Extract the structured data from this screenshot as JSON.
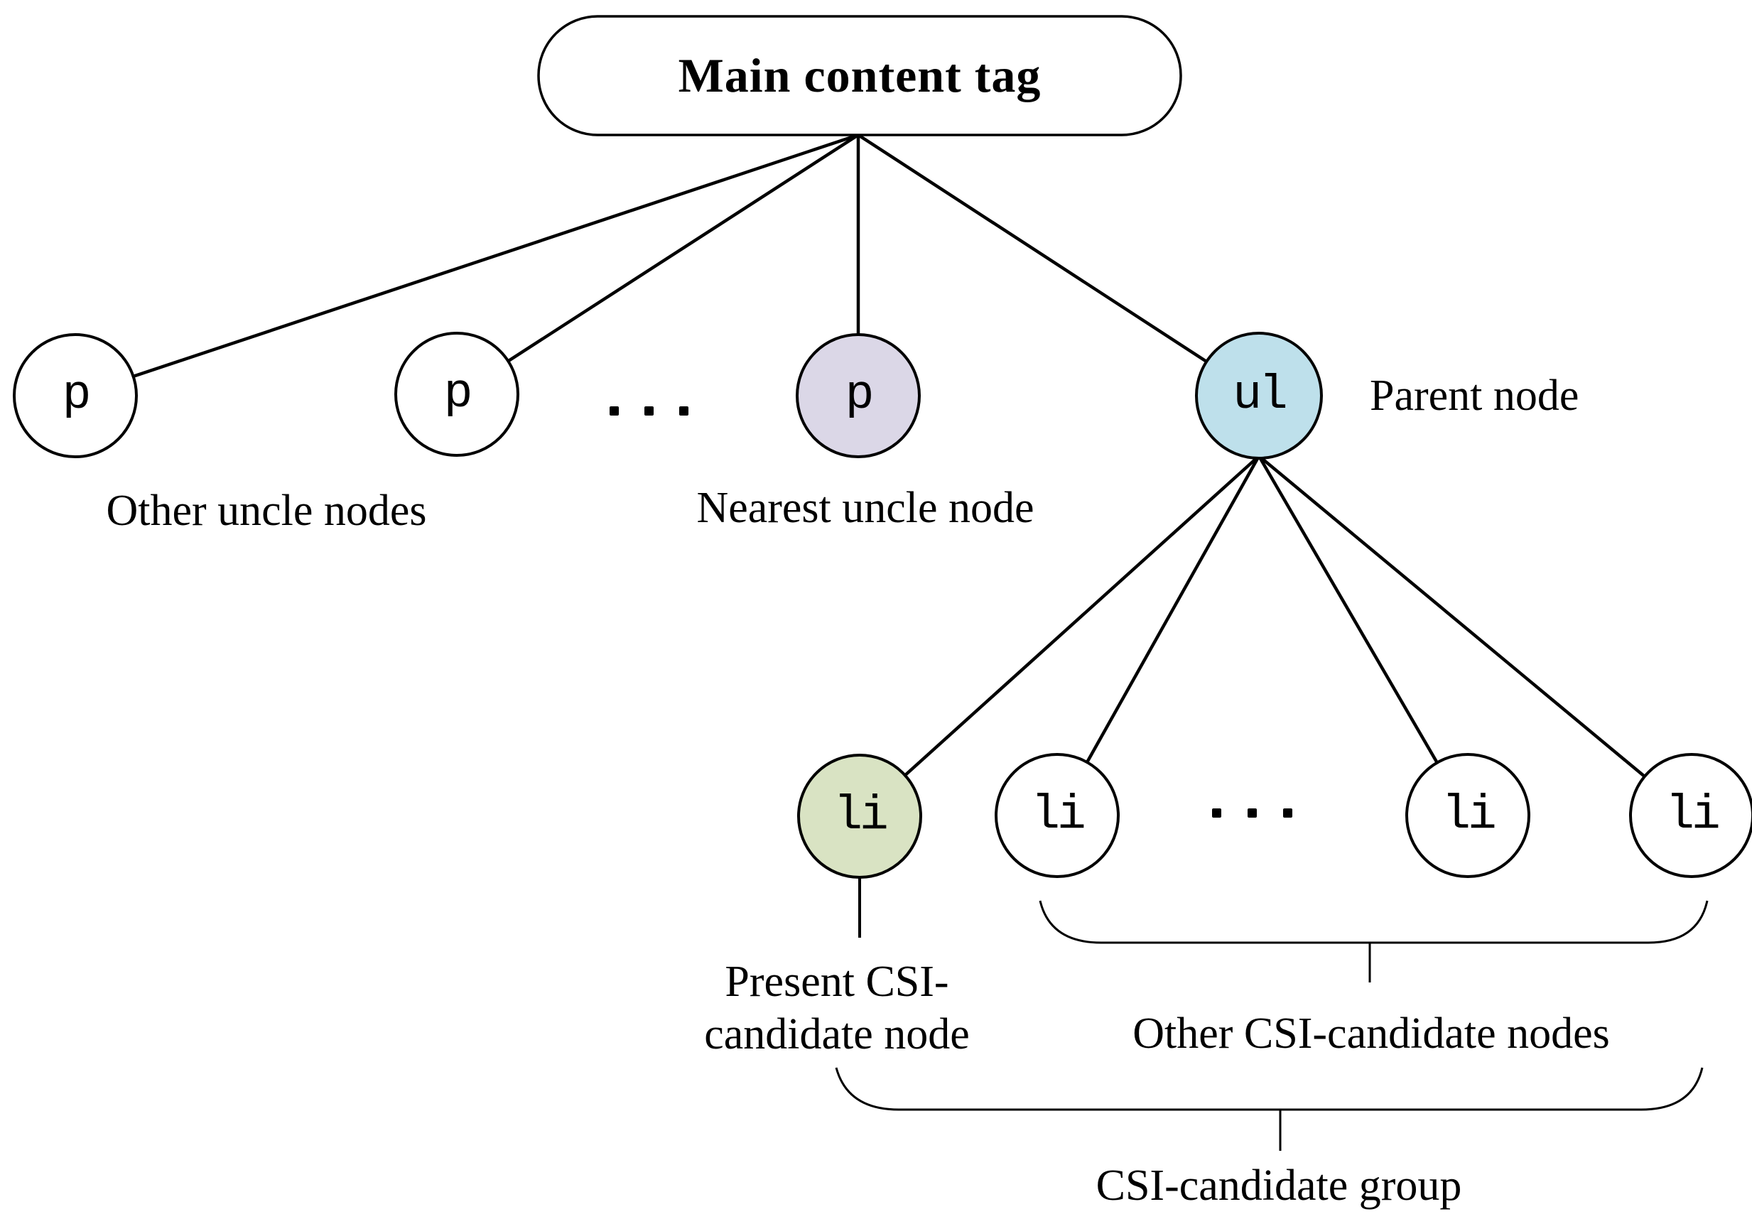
{
  "diagram": {
    "title": "Main content tag",
    "nodes": {
      "p1": {
        "label": "p",
        "fill": "#ffffff"
      },
      "p2": {
        "label": "p",
        "fill": "#ffffff"
      },
      "p3": {
        "label": "p",
        "fill": "#dbd7e7"
      },
      "ul": {
        "label": "ul",
        "fill": "#bee0eb"
      },
      "li1": {
        "label": "li",
        "fill": "#d9e3c3"
      },
      "li2": {
        "label": "li",
        "fill": "#ffffff"
      },
      "li3": {
        "label": "li",
        "fill": "#ffffff"
      },
      "li4": {
        "label": "li",
        "fill": "#ffffff"
      }
    },
    "edges": [
      "root-p1",
      "root-p2",
      "root-p3",
      "root-ul",
      "ul-li1",
      "ul-li2",
      "ul-li3",
      "ul-li4"
    ],
    "annotations": {
      "other_uncle": "Other uncle nodes",
      "nearest_uncle": "Nearest uncle node",
      "parent": "Parent node",
      "present_csi_line1": "Present CSI-",
      "present_csi_line2": "candidate node",
      "other_csi": "Other CSI-candidate nodes",
      "csi_group": "CSI-candidate group"
    },
    "ellipsis": "...",
    "colors": {
      "stroke": "#000000",
      "nearest_uncle_fill": "#dbd7e7",
      "parent_fill": "#bee0eb",
      "present_candidate_fill": "#d9e3c3"
    }
  }
}
